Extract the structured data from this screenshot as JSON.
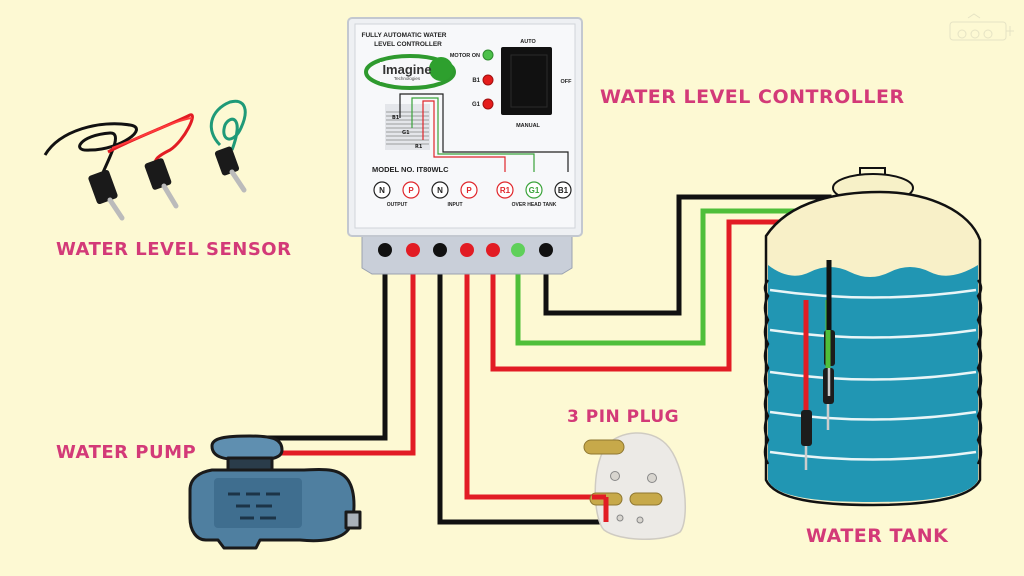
{
  "title": "Water Level Controller Wiring Diagram",
  "labels": {
    "controller": "WATER LEVEL CONTROLLER",
    "sensor": "WATER LEVEL SENSOR",
    "pump": "WATER PUMP",
    "plug": "3 PIN PLUG",
    "tank": "WATER TANK"
  },
  "controller": {
    "heading_line1": "FULLY AUTOMATIC WATER",
    "heading_line2": "LEVEL CONTROLLER",
    "brand": "Imagine",
    "brand_sub": "Technologies",
    "brand_tm": "TM",
    "indicators": [
      {
        "label": "MOTOR ON",
        "color": "#3fb13a"
      },
      {
        "label": "B1",
        "color": "#e21c1c"
      },
      {
        "label": "G1",
        "color": "#e21c1c"
      }
    ],
    "switch": {
      "top": "AUTO",
      "right": "OFF",
      "bottom": "MANUAL"
    },
    "model": "MODEL NO. IT80WLC",
    "mini_tank_labels": [
      "B1",
      "G1",
      "R1"
    ],
    "terminals": [
      {
        "label": "N",
        "color": "#222222"
      },
      {
        "label": "P",
        "color": "#e0262b"
      },
      {
        "label": "N",
        "color": "#222222"
      },
      {
        "label": "P",
        "color": "#e0262b"
      },
      {
        "label": "R1",
        "color": "#e0262b"
      },
      {
        "label": "G1",
        "color": "#3aa33a"
      },
      {
        "label": "B1",
        "color": "#222222"
      }
    ],
    "group_labels": {
      "output": "OUTPUT",
      "input": "INPUT",
      "tank": "OVER HEAD TANK"
    }
  },
  "wires": [
    {
      "from": "OUTPUT N",
      "to": "Water Pump",
      "color": "#111111"
    },
    {
      "from": "OUTPUT P",
      "to": "Water Pump",
      "color": "#e21c24"
    },
    {
      "from": "INPUT N",
      "to": "3 Pin Plug",
      "color": "#111111"
    },
    {
      "from": "INPUT P",
      "to": "3 Pin Plug",
      "color": "#e21c24"
    },
    {
      "from": "R1",
      "to": "Tank sensor (bottom)",
      "color": "#e21c24"
    },
    {
      "from": "G1",
      "to": "Tank sensor (middle)",
      "color": "#4fbf3a"
    },
    {
      "from": "B1",
      "to": "Tank sensor (top)",
      "color": "#111111"
    }
  ],
  "sensor_wire_colors": [
    "#111111",
    "#e21c24",
    "#1f9a78"
  ],
  "colors": {
    "background": "#fdf9d3",
    "label": "#d33a78",
    "water": "#2196b3",
    "pump": "#4f7fa0"
  }
}
